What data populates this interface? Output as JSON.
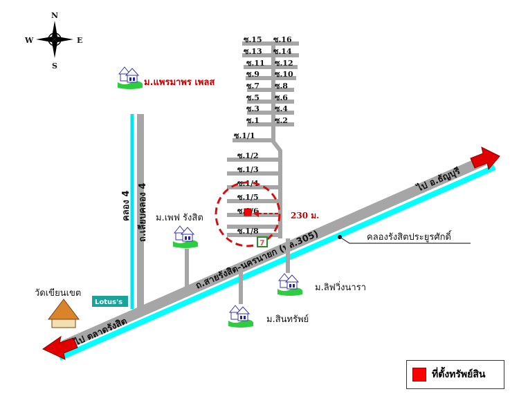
{
  "compass": {
    "n": "N",
    "s": "S",
    "e": "E",
    "w": "W"
  },
  "colors": {
    "road": "#a6a6a6",
    "canal": "#00ffff",
    "arrow": "#e00000",
    "marker": "#ff0000",
    "circle": "#d01010"
  },
  "sois_top": [
    {
      "left": "ซ.15",
      "right": "ซ.16"
    },
    {
      "left": "ซ.13",
      "right": "ซ.14"
    },
    {
      "left": "ซ.11",
      "right": "ซ.12"
    },
    {
      "left": "ซ.9",
      "right": "ซ.10"
    },
    {
      "left": "ซ.7",
      "right": "ซ.8"
    },
    {
      "left": "ซ.5",
      "right": "ซ.6"
    },
    {
      "left": "ซ.3",
      "right": "ซ.4"
    },
    {
      "left": "ซ.1",
      "right": "ซ.2"
    }
  ],
  "sois_lower": [
    "ซ.1/1",
    "ซ.1/2",
    "ซ.1/3",
    "ซ.1/4",
    "ซ.1/5",
    "ซ.1/6",
    "ซ.1/8"
  ],
  "labels": {
    "village_praemaporn": "ม.แพรมาพร เพลส",
    "village_happy": "ม.เพฟ รังสิต",
    "village_lifvingnara": "ม.ลิฟวิ่งนารา",
    "village_sinsap": "ม.สินทรัพย์",
    "temple": "วัดเขียนเขต",
    "lotus": "Lotus's",
    "canal4": "คลอง 4",
    "road_canal4": "ถ.เลียบคลอง 4",
    "main_road": "ถ.สายรังสิต-นครนายก (ทล.305)",
    "to_thanyaburi": "ไป อ.ธัญบุรี",
    "to_market": "ไป ตลาดรังสิต",
    "canal_rangsit": "คลองรังสิตประยูรศักดิ์",
    "distance": "230 ม.",
    "seven_eleven": "7"
  },
  "legend": {
    "label": "ที่ตั้งทรัพย์สิน"
  }
}
